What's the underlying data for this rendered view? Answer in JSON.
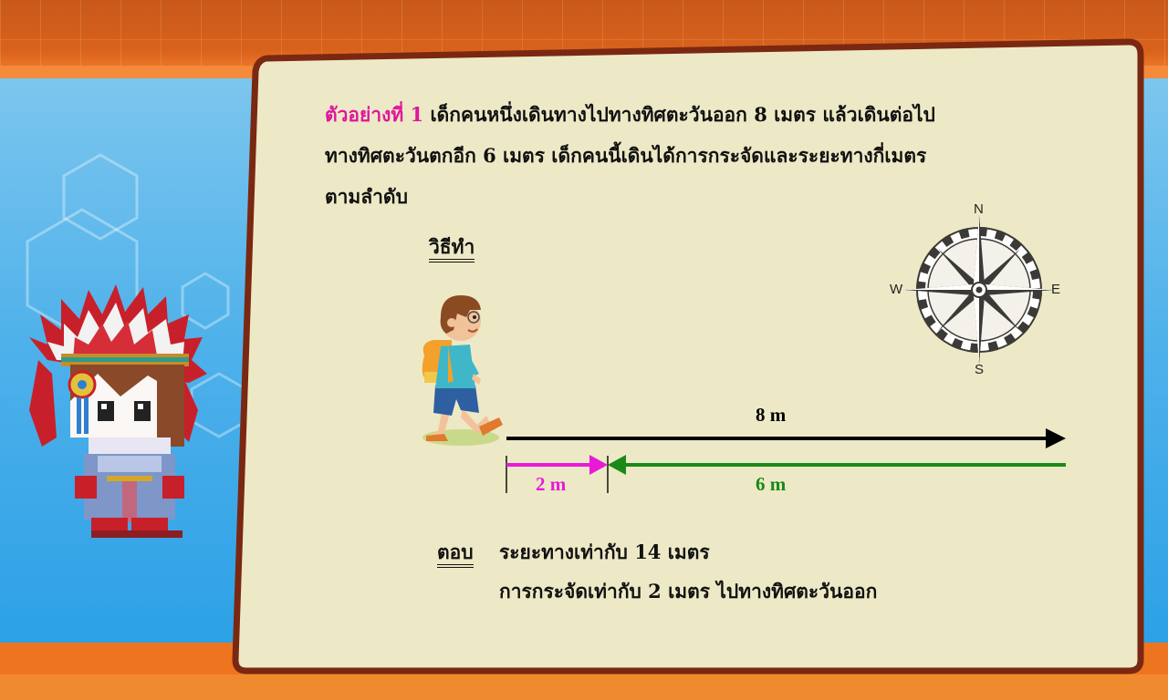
{
  "problem": {
    "example_label": "ตัวอย่างที่ 1",
    "line1": "เด็กคนหนึ่งเดินทางไปทางทิศตะวันออก  8  เมตร แล้วเดินต่อไป",
    "line2": "ทางทิศตะวันตกอีก  6  เมตร เด็กคนนี้เดินได้การกระจัดและระยะทางกี่เมตร",
    "line3": "ตามลำดับ"
  },
  "method_label": "วิธีทำ",
  "compass": {
    "n": "N",
    "e": "E",
    "s": "S",
    "w": "W"
  },
  "diagram": {
    "east_label": "8 m",
    "west_label": "6 m",
    "displacement_label": "2 m",
    "east_color": "#000000",
    "west_color": "#198a16",
    "displacement_color": "#e81ad8"
  },
  "answer": {
    "label": "ตอบ",
    "distance": "ระยะทางเท่ากับ  14  เมตร",
    "displacement": "การกระจัดเท่ากับ  2  เมตร ไปทางทิศตะวันออก"
  }
}
